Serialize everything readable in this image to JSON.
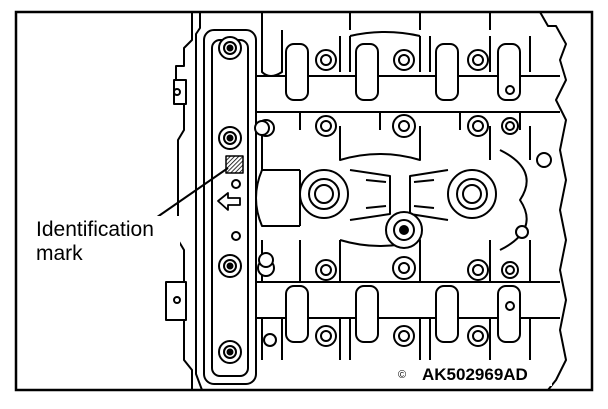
{
  "callout": {
    "line1": "Identification",
    "line2": "mark"
  },
  "figure_code": "AK502969AD",
  "copyright_symbol": "©"
}
